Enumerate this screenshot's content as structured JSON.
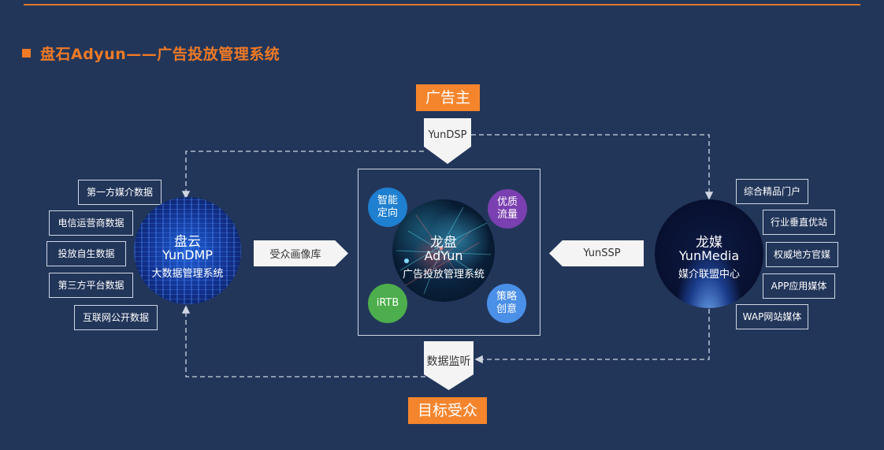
{
  "title": "盘石Adyun——广告投放管理系统",
  "colors": {
    "background": "#22365a",
    "accent_orange": "#f5852d",
    "circle_blue": "#1f7fd0",
    "circle_purple": "#7a3fb0",
    "circle_green": "#4cae4c",
    "circle_lightblue": "#4a8fe8"
  },
  "top_node": "广告主",
  "bottom_node": "目标受众",
  "connectors": {
    "yundsp": "YunDSP",
    "yunssp": "YunSSP",
    "audience_lib": "受众画像库",
    "data_monitor": "数据监听"
  },
  "dmp": {
    "name": "盘云",
    "en": "YunDMP",
    "desc": "大数据管理系统",
    "sources": [
      "第一方媒介数据",
      "电信运营商数据",
      "投放自生数据",
      "第三方平台数据",
      "互联网公开数据"
    ]
  },
  "adyun": {
    "name": "龙盘",
    "en": "AdYun",
    "desc": "广告投放管理系统",
    "features": {
      "top_left": [
        "智能",
        "定向"
      ],
      "top_right": [
        "优质",
        "流量"
      ],
      "bottom_left": [
        "iRTB"
      ],
      "bottom_right": [
        "策略",
        "创意"
      ]
    }
  },
  "media": {
    "name": "龙媒",
    "en": "YunMedia",
    "desc": "媒介联盟中心",
    "channels": [
      "综合精品门户",
      "行业垂直优站",
      "权威地方官媒",
      "APP应用媒体",
      "WAP网站媒体"
    ]
  }
}
